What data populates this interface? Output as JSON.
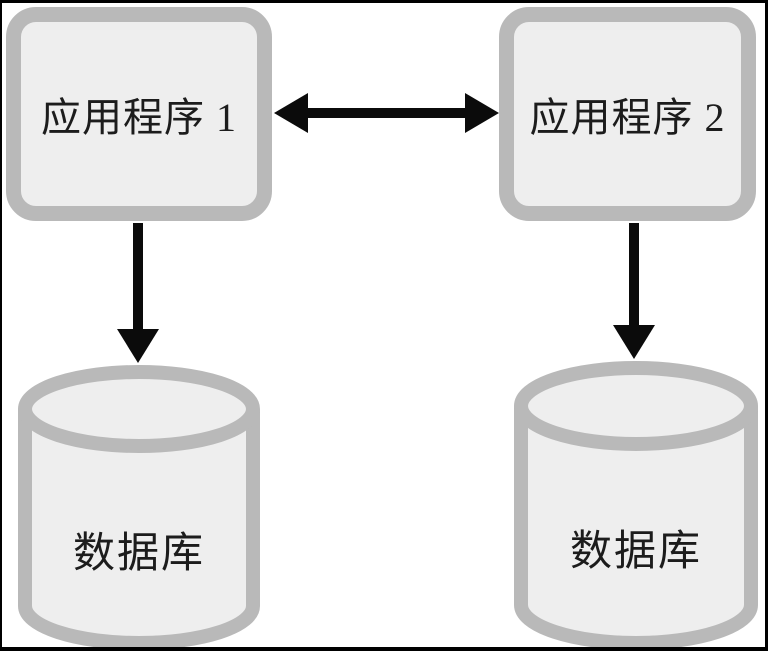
{
  "diagram": {
    "nodes": [
      {
        "id": "app1",
        "type": "box",
        "label": "应用程序 1"
      },
      {
        "id": "app2",
        "type": "box",
        "label": "应用程序 2"
      },
      {
        "id": "db1",
        "type": "cylinder",
        "label": "数据库"
      },
      {
        "id": "db2",
        "type": "cylinder",
        "label": "数据库"
      }
    ],
    "edges": [
      {
        "from": "app1",
        "to": "app2",
        "direction": "bidirectional"
      },
      {
        "from": "app1",
        "to": "db1",
        "direction": "down"
      },
      {
        "from": "app2",
        "to": "db2",
        "direction": "down"
      }
    ],
    "colors": {
      "node_border": "#b9b9b9",
      "node_fill": "#eeeeee",
      "arrow": "#0b0b0b",
      "label_text": "#1c1c1c",
      "frame_border": "#000000",
      "background": "#ffffff"
    }
  }
}
